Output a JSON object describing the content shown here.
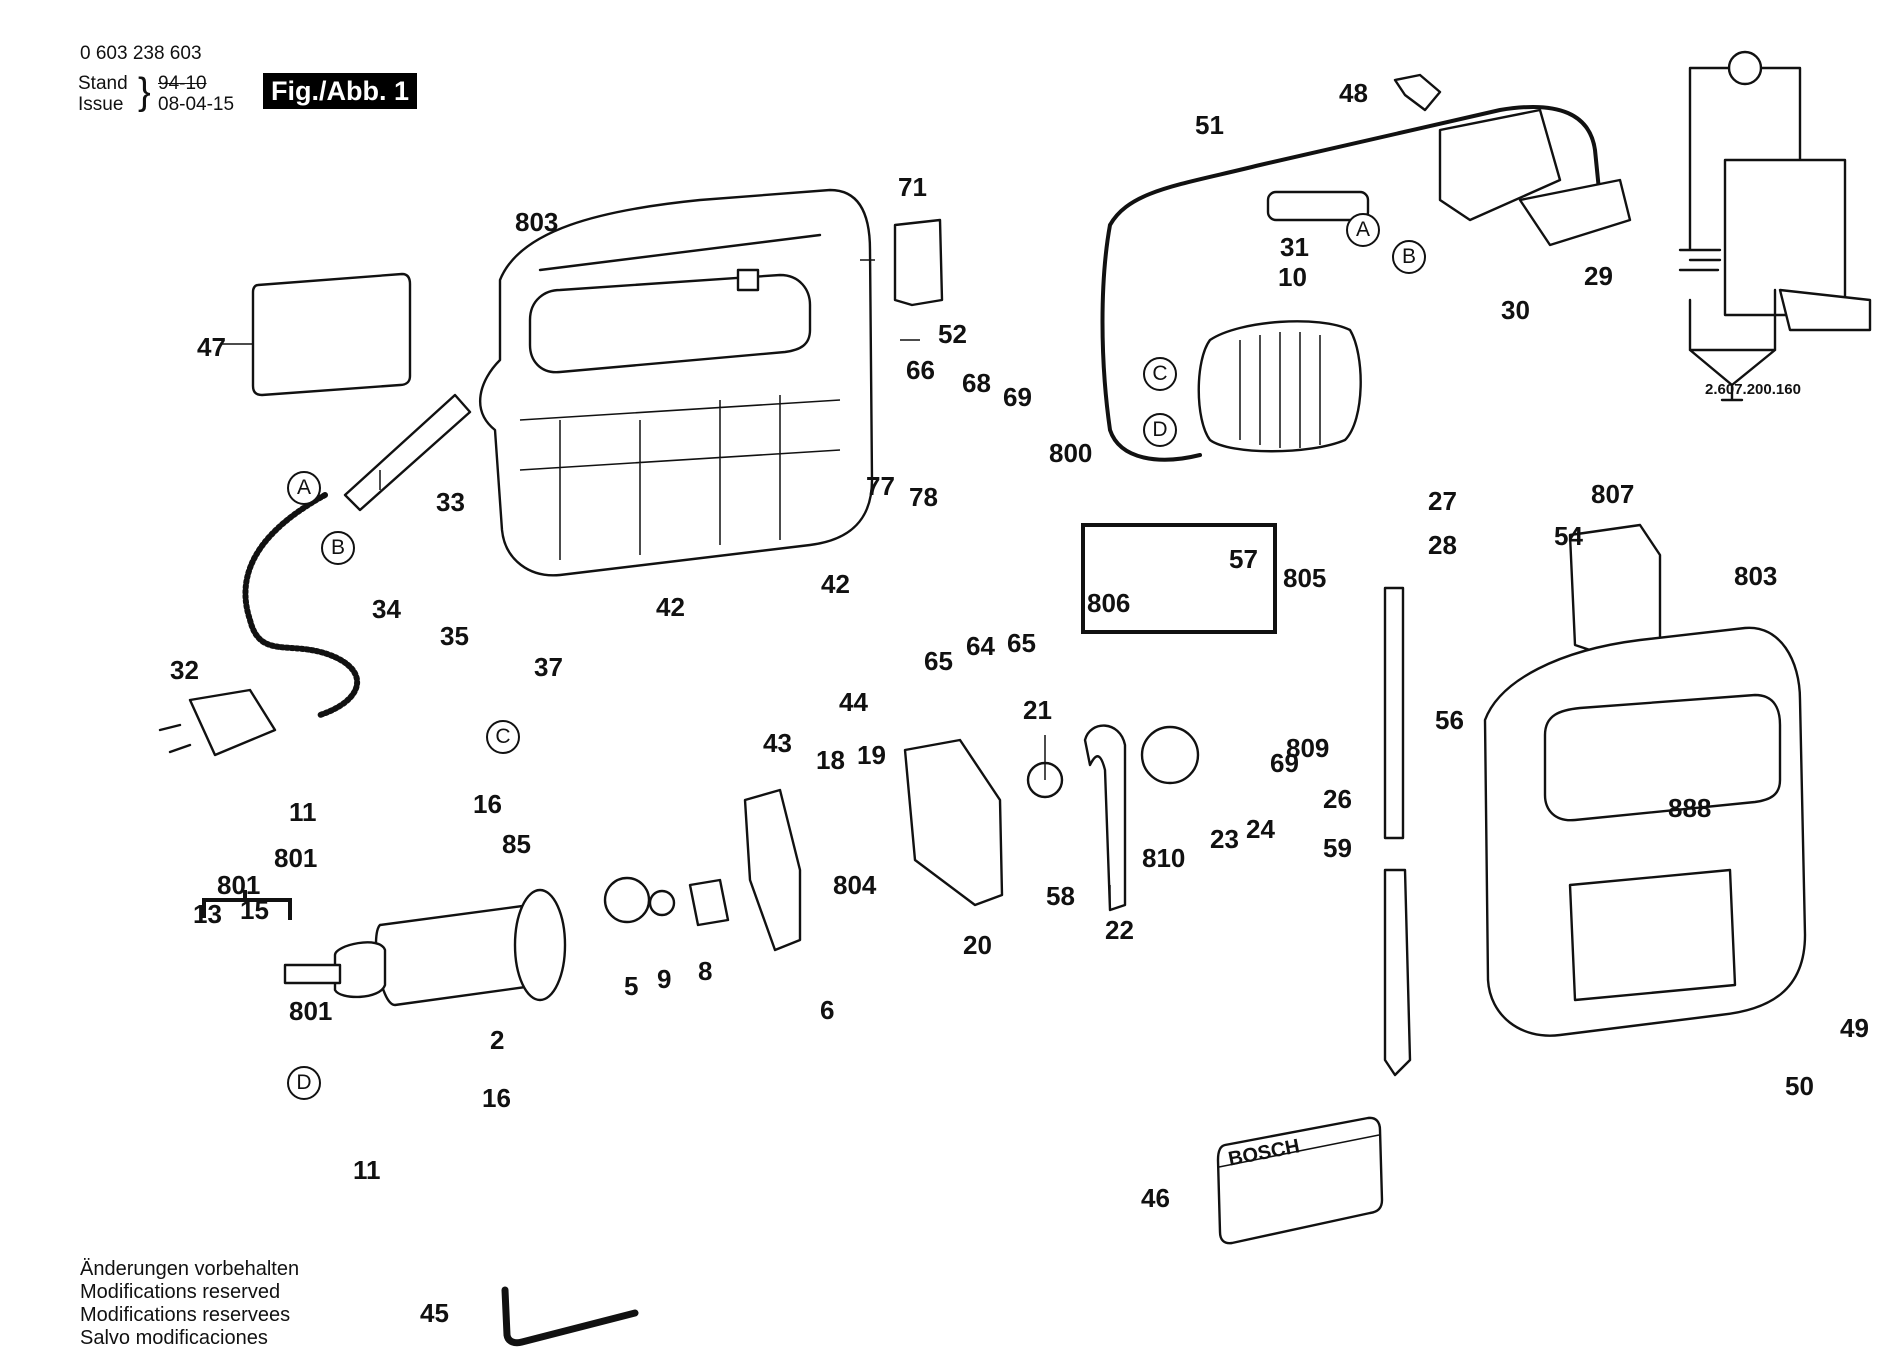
{
  "header": {
    "part_number": "0 603 238 603",
    "stand_label": "Stand",
    "stand_value_struck": "94-10",
    "issue_label": "Issue",
    "issue_value": "08-04-15",
    "figure_label": "Fig./Abb. 1"
  },
  "schematic": {
    "reference_number": "2.607.200.160"
  },
  "nameplate": {
    "brand_text": "BOSCH"
  },
  "footer": {
    "lines": [
      "Änderungen vorbehalten",
      "Modifications reserved",
      "Modifications reservees",
      "Salvo modificaciones"
    ]
  },
  "connectors": {
    "A": "A",
    "B": "B",
    "C": "C",
    "D": "D"
  },
  "parts": {
    "p2": "2",
    "p5": "5",
    "p6": "6",
    "p8": "8",
    "p9": "9",
    "p10": "10",
    "p11a": "11",
    "p11b": "11",
    "p13": "13",
    "p15": "15",
    "p16a": "16",
    "p16b": "16",
    "p18": "18",
    "p19": "19",
    "p20": "20",
    "p21": "21",
    "p22": "22",
    "p23": "23",
    "p24": "24",
    "p26": "26",
    "p27": "27",
    "p28": "28",
    "p29": "29",
    "p30": "30",
    "p31": "31",
    "p32": "32",
    "p33": "33",
    "p34": "34",
    "p35": "35",
    "p37": "37",
    "p42a": "42",
    "p42b": "42",
    "p43": "43",
    "p44": "44",
    "p45": "45",
    "p46": "46",
    "p47": "47",
    "p48": "48",
    "p49": "49",
    "p50": "50",
    "p51": "51",
    "p52": "52",
    "p54": "54",
    "p56": "56",
    "p57": "57",
    "p58": "58",
    "p59": "59",
    "p64": "64",
    "p65a": "65",
    "p65b": "65",
    "p66": "66",
    "p68": "68",
    "p69a": "69",
    "p69b": "69",
    "p71": "71",
    "p77": "77",
    "p78": "78",
    "p85": "85",
    "p800": "800",
    "p801a": "801",
    "p801b": "801",
    "p801c": "801",
    "p803a": "803",
    "p803b": "803",
    "p804": "804",
    "p805": "805",
    "p806": "806",
    "p807": "807",
    "p809": "809",
    "p810": "810",
    "p888": "888"
  }
}
